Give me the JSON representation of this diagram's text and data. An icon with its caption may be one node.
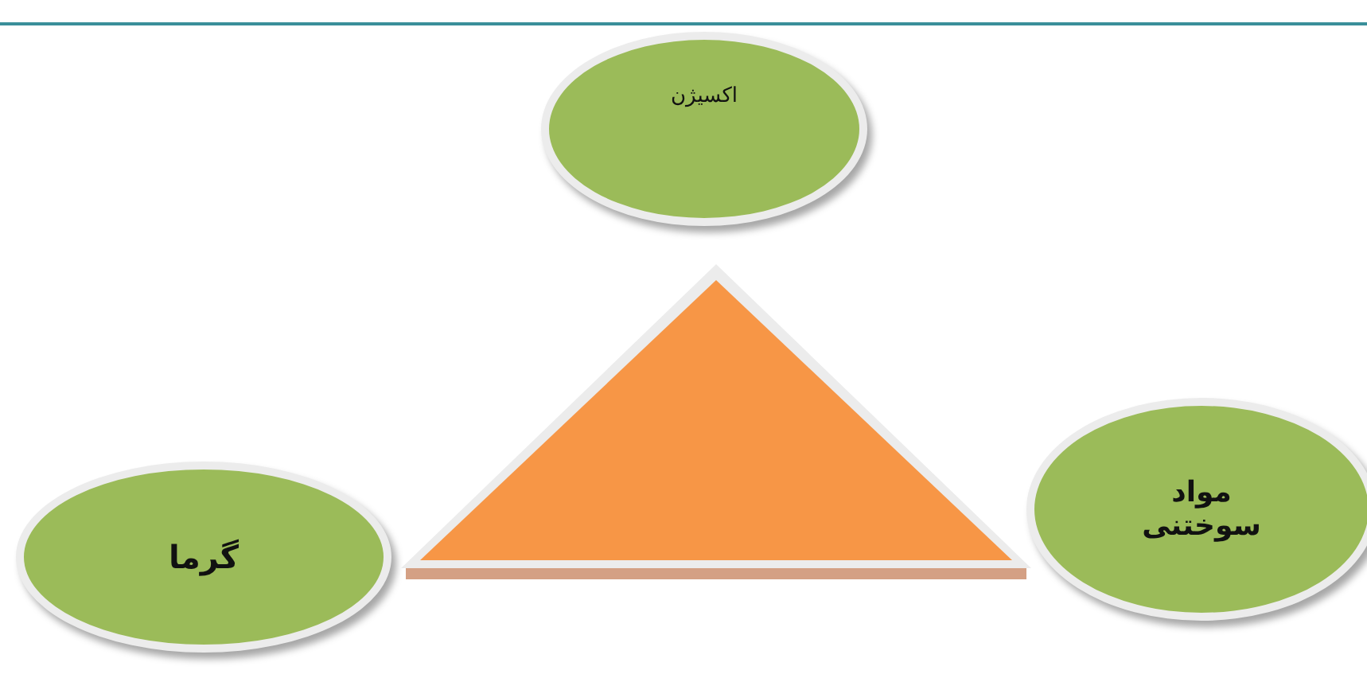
{
  "diagram": {
    "nodes": [
      {
        "text": [
          "اکسیژن"
        ]
      },
      {
        "text": [
          "گرما"
        ]
      },
      {
        "text": [
          "مواد سوختنی"
        ]
      }
    ]
  }
}
